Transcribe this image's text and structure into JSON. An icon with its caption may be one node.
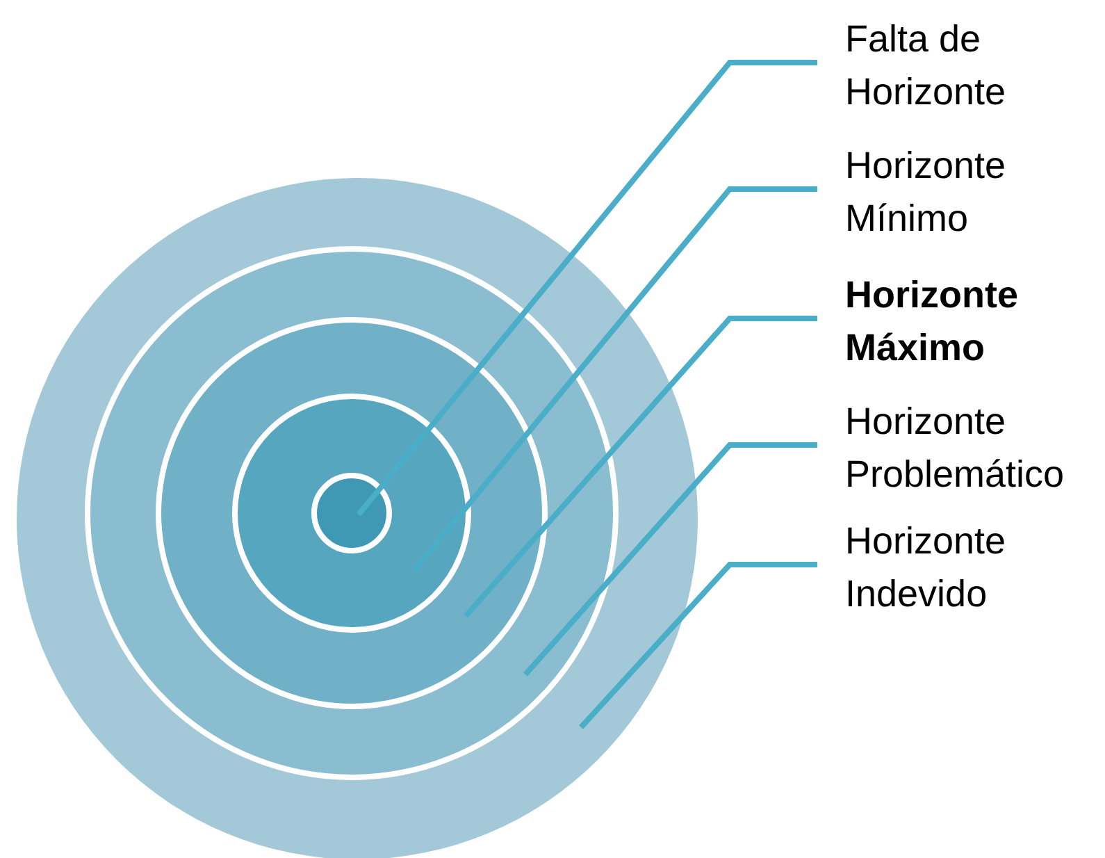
{
  "diagram": {
    "nodes": [
      {
        "text": [
          "Falta de Horizonte"
        ]
      },
      {
        "text": [
          "Horizonte Mínimo"
        ]
      },
      {
        "text": [
          "Horizonte Máximo"
        ]
      },
      {
        "text": [
          "Horizonte Problemático"
        ]
      },
      {
        "text": [
          "Horizonte Indevido"
        ]
      },
      {
        "text": [],
        "shape": "circle"
      },
      {
        "text": [],
        "shape": "circle",
        "in": 5
      },
      {
        "text": [],
        "shape": "circle",
        "in": 6
      },
      {
        "text": [],
        "shape": "circle",
        "in": 7
      },
      {
        "text": [],
        "shape": "circle",
        "in": 8
      }
    ],
    "edges": [
      {
        "from": 0,
        "to": 9,
        "arrow": "none"
      },
      {
        "from": 1,
        "to": 8,
        "arrow": "none"
      },
      {
        "from": 2,
        "to": 7,
        "arrow": "none"
      },
      {
        "from": 3,
        "to": 6,
        "arrow": "none"
      },
      {
        "from": 4,
        "to": 5,
        "arrow": "none"
      }
    ]
  }
}
